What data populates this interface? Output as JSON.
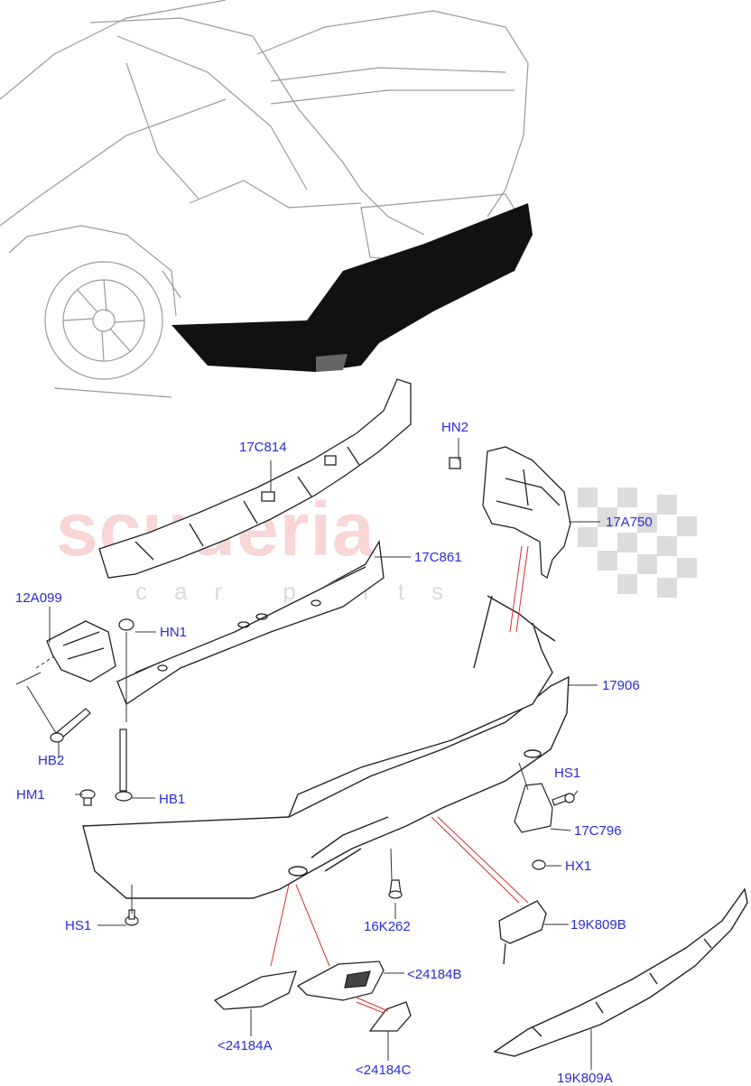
{
  "watermark": {
    "brand": "scuderia",
    "sub": "car parts"
  },
  "labels": [
    {
      "id": "17C814",
      "text": "17C814"
    },
    {
      "id": "HN2",
      "text": "HN2"
    },
    {
      "id": "17A750",
      "text": "17A750"
    },
    {
      "id": "17C861",
      "text": "17C861"
    },
    {
      "id": "12A099",
      "text": "12A099"
    },
    {
      "id": "HN1",
      "text": "HN1"
    },
    {
      "id": "17906",
      "text": "17906"
    },
    {
      "id": "HB2",
      "text": "HB2"
    },
    {
      "id": "HM1",
      "text": "HM1"
    },
    {
      "id": "HB1",
      "text": "HB1"
    },
    {
      "id": "HS1a",
      "text": "HS1"
    },
    {
      "id": "17C796",
      "text": "17C796"
    },
    {
      "id": "HX1",
      "text": "HX1"
    },
    {
      "id": "HS1b",
      "text": "HS1"
    },
    {
      "id": "16K262",
      "text": "16K262"
    },
    {
      "id": "19K809B",
      "text": "19K809B"
    },
    {
      "id": "24184B",
      "text": "<24184B"
    },
    {
      "id": "24184A",
      "text": "<24184A"
    },
    {
      "id": "19K809A",
      "text": "19K809A"
    },
    {
      "id": "24184C",
      "text": "<24184C"
    }
  ],
  "colors": {
    "label": "#2b2bd6",
    "leader": "#333333",
    "red_leader": "#d63030",
    "part_outline": "#222222",
    "vehicle_outline": "#9a9a9a",
    "highlight": "#111111"
  }
}
